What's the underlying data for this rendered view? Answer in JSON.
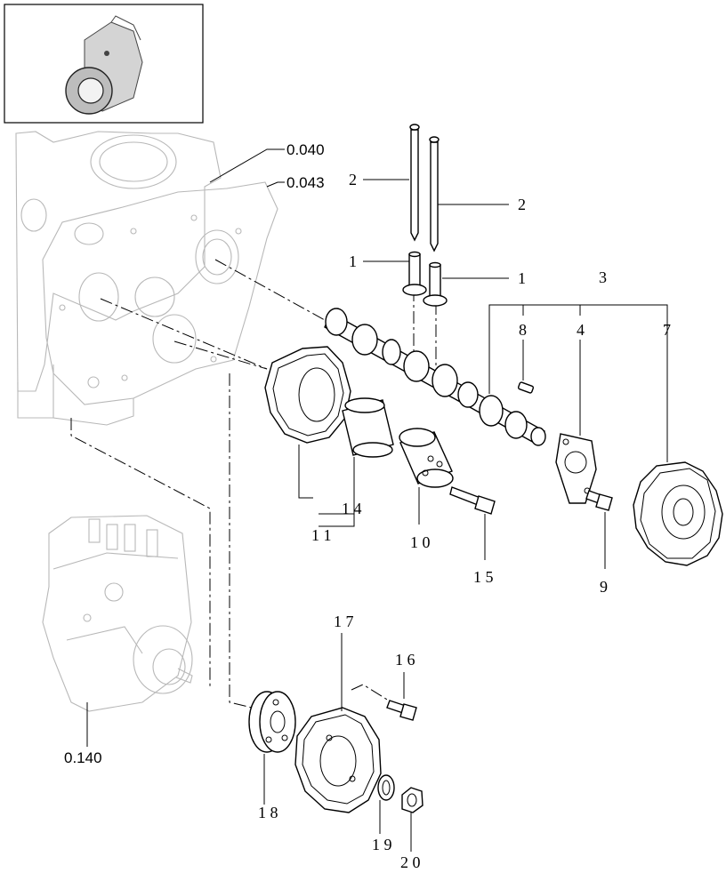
{
  "references": {
    "ref_040": "0.040",
    "ref_043": "0.043",
    "ref_140": "0.140"
  },
  "callouts": {
    "c1a": "1",
    "c1b": "1",
    "c2a": "2",
    "c2b": "2",
    "c3": "3",
    "c4": "4",
    "c7": "7",
    "c8": "8",
    "c9": "9",
    "c10": "1 0",
    "c11": "1 1",
    "c14": "1 4",
    "c15": "1 5",
    "c16": "1 6",
    "c17": "1 7",
    "c18": "1 8",
    "c19": "1 9",
    "c20": "2 0"
  }
}
